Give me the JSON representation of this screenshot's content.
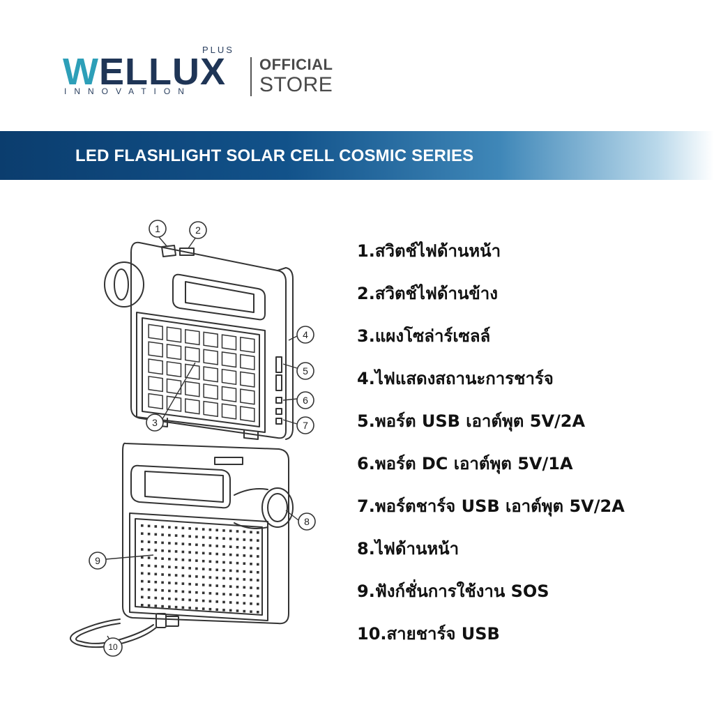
{
  "header": {
    "logo_plus": "PLUS",
    "logo_brand": "WELLUX",
    "logo_sub": "INNOVATION",
    "official_line1": "OFFICIAL",
    "official_line2": "STORE"
  },
  "banner": {
    "title": "LED FLASHLIGHT SOLAR CELL COSMIC SERIES"
  },
  "diagram": {
    "callouts": [
      "1",
      "2",
      "3",
      "4",
      "5",
      "6",
      "7",
      "8",
      "9",
      "10"
    ]
  },
  "features": [
    "1.สวิตช์ไฟด้านหน้า",
    "2.สวิตช์ไฟด้านข้าง",
    "3.แผงโซล่าร์เซลล์",
    "4.ไฟแสดงสถานะการชาร์จ",
    "5.พอร์ต USB เอาต์พุต 5V/2A",
    "6.พอร์ต DC เอาต์พุต 5V/1A",
    "7.พอร์ตชาร์จ USB เอาต์พุต 5V/2A",
    "8.ไฟด้านหน้า",
    "9.ฟังก์ชั่นการใช้งาน SOS",
    "10.สายชาร์จ USB"
  ],
  "colors": {
    "brand_navy": "#1f3556",
    "brand_teal": "#2d9fb8",
    "banner_start": "#0b3d6e",
    "banner_end": "#ffffff"
  }
}
